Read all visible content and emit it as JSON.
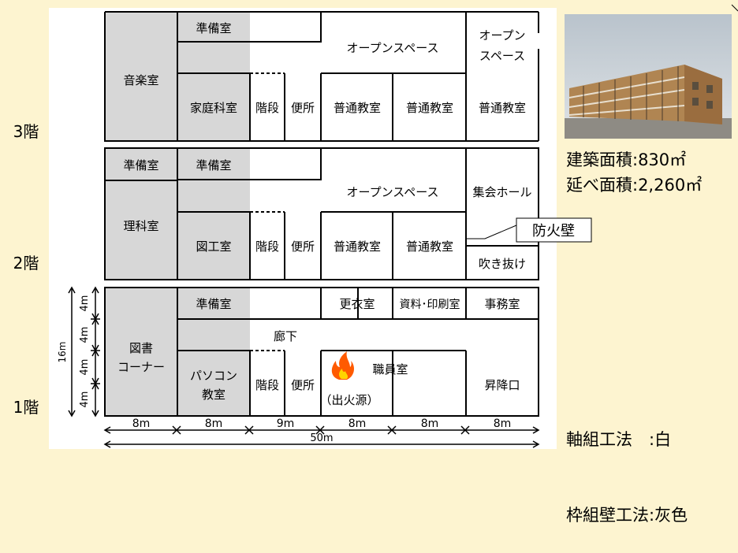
{
  "floors": {
    "third": {
      "label": "3階",
      "rooms": {
        "junbi": "準備室",
        "ongaku": "音楽室",
        "katei": "家庭科室",
        "kaidan": "階段",
        "benjo": "便所",
        "futsu1": "普通教室",
        "futsu2": "普通教室",
        "futsu3": "普通教室",
        "open": "オープンスペース",
        "open2_line1": "オープン",
        "open2_line2": "スペース"
      }
    },
    "second": {
      "label": "2階",
      "rooms": {
        "junbi1": "準備室",
        "junbi2": "準備室",
        "rika": "理科室",
        "zuko": "図工室",
        "kaidan": "階段",
        "benjo": "便所",
        "futsu1": "普通教室",
        "futsu2": "普通教室",
        "open": "オープンスペース",
        "shukai": "集会ホール",
        "fukinuke": "吹き抜け"
      }
    },
    "first": {
      "label": "1階",
      "rooms": {
        "tosho_line1": "図書",
        "tosho_line2": "コーナー",
        "junbi": "準備室",
        "pc_line1": "パソコン",
        "pc_line2": "教室",
        "kaidan": "階段",
        "benjo": "便所",
        "koui": "更衣室",
        "shiryo": "資料･印刷室",
        "jimu": "事務室",
        "roka": "廊下",
        "shokuin": "職員室",
        "shukka": "（出火源）",
        "shoko": "昇降口"
      }
    }
  },
  "callout": "防火壁",
  "dimensions": {
    "row_height": "4m",
    "total_height": "16m",
    "col_widths": [
      "8m",
      "8m",
      "9m",
      "8m",
      "8m",
      "8m"
    ],
    "total_width": "50m"
  },
  "info": {
    "area_building": "建築面積:830㎡",
    "area_total": "延べ面積:2,260㎡",
    "legend_line1": "軸組工法　:白",
    "legend_line2": "枠組壁工法:灰色"
  },
  "colors": {
    "background": "#fdf4d0",
    "plan_bg": "#ffffff",
    "gray_room": "#d7d7d7",
    "line": "#000000",
    "fire": "#ff5a00"
  },
  "icons": [
    "fire-icon",
    "building-photo"
  ]
}
